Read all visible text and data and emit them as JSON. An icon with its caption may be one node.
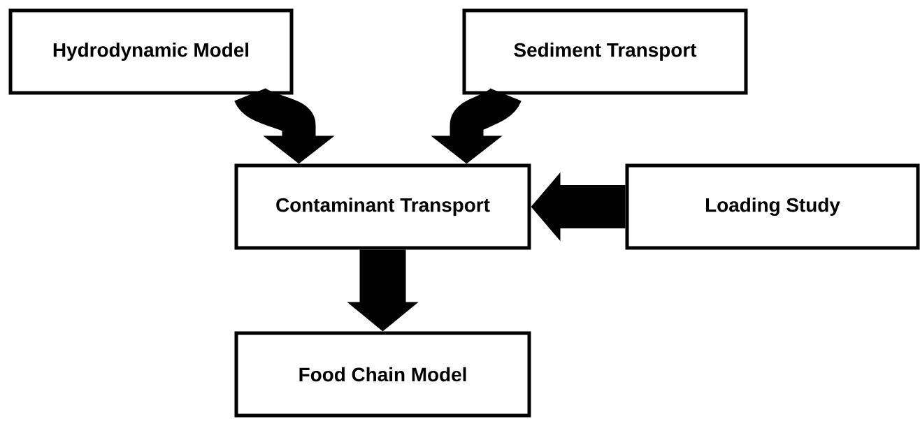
{
  "diagram": {
    "nodes": [
      {
        "text": [
          "Hydrodynamic Model"
        ]
      },
      {
        "text": [
          "Sediment Transport"
        ]
      },
      {
        "text": [
          "Contaminant Transport"
        ]
      },
      {
        "text": [
          "Loading Study"
        ]
      },
      {
        "text": [
          "Food Chain Model"
        ]
      }
    ],
    "edges": [
      {
        "from": 0,
        "to": 2,
        "arrow": "to"
      },
      {
        "from": 1,
        "to": 2,
        "arrow": "to"
      },
      {
        "from": 3,
        "to": 2,
        "arrow": "to"
      },
      {
        "from": 2,
        "to": 4,
        "arrow": "to"
      }
    ]
  }
}
